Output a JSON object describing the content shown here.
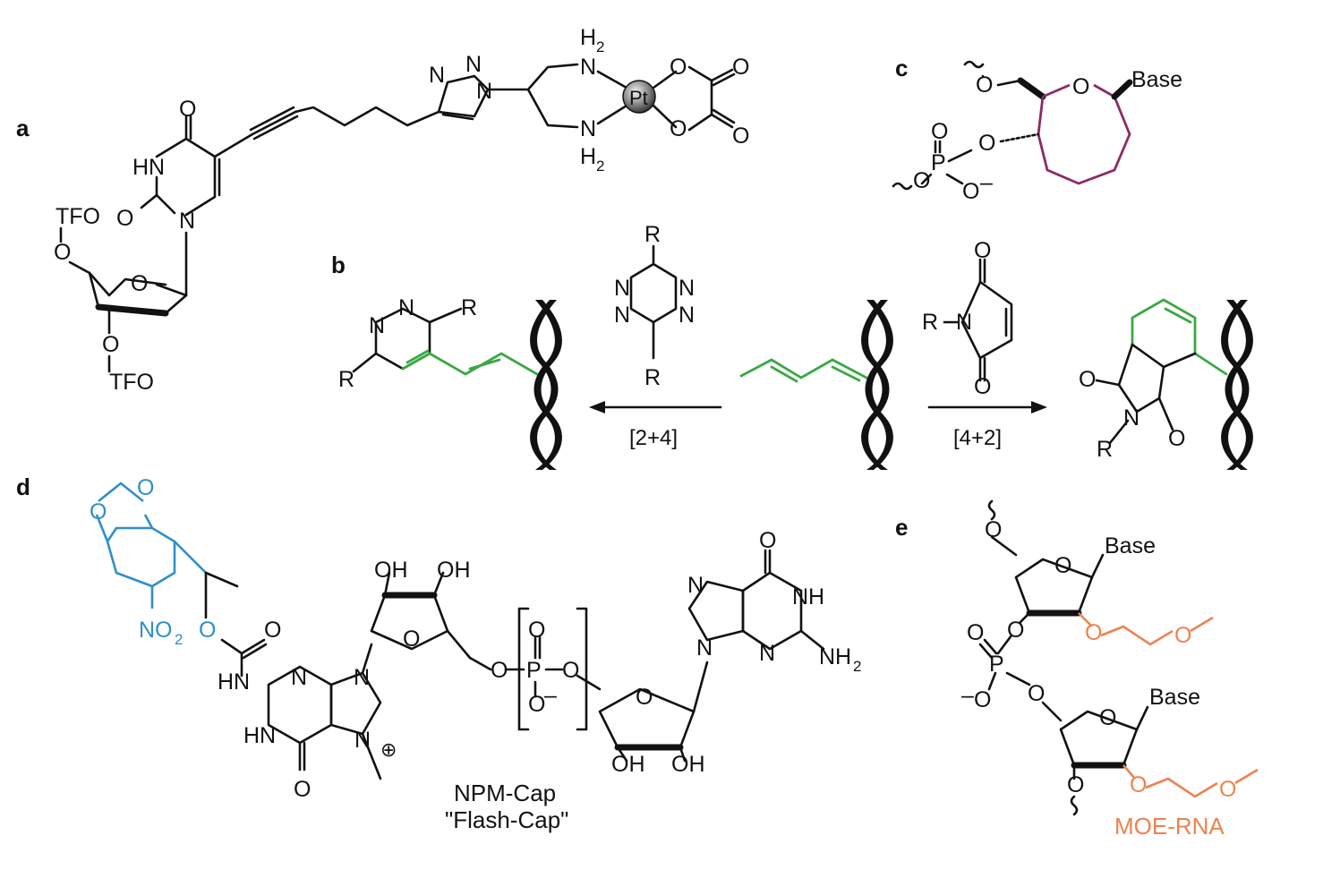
{
  "colors": {
    "ink": "#111111",
    "green_diene": "#3aa845",
    "purple_ring": "#8b2a67",
    "blue_photocage": "#2f8fca",
    "orange_moe": "#ee8250",
    "platinum": "#888888"
  },
  "panels": {
    "a": {
      "label": "a",
      "atoms": {
        "tfo_top": "TFO",
        "tfo_bottom": "TFO",
        "o": "O",
        "hn": "HN",
        "n": "N",
        "pt": "Pt",
        "h2": "H",
        "sub2": "2",
        "nh": "N",
        "n_eq": "N"
      }
    },
    "b": {
      "label": "b",
      "atoms": {
        "r": "R",
        "n": "N",
        "o": "O"
      },
      "left_arrow_label": "[2+4]",
      "right_arrow_label": "[4+2]"
    },
    "c": {
      "label": "c",
      "atoms": {
        "o": "O",
        "p": "P",
        "o_minus": "O",
        "minus": "–",
        "base": "Base"
      }
    },
    "d": {
      "label": "d",
      "atoms": {
        "o": "O",
        "n": "N",
        "no2": "NO",
        "sub2": "2",
        "hn": "HN",
        "oh": "OH",
        "nh": "NH",
        "nh2": "NH",
        "p": "P",
        "plus": "⊕"
      },
      "caption_line1": "NPM-Cap",
      "caption_line2": "\"Flash-Cap\""
    },
    "e": {
      "label": "e",
      "atoms": {
        "o": "O",
        "p": "P",
        "base": "Base",
        "minus": "–"
      },
      "caption": "MOE-RNA"
    }
  }
}
